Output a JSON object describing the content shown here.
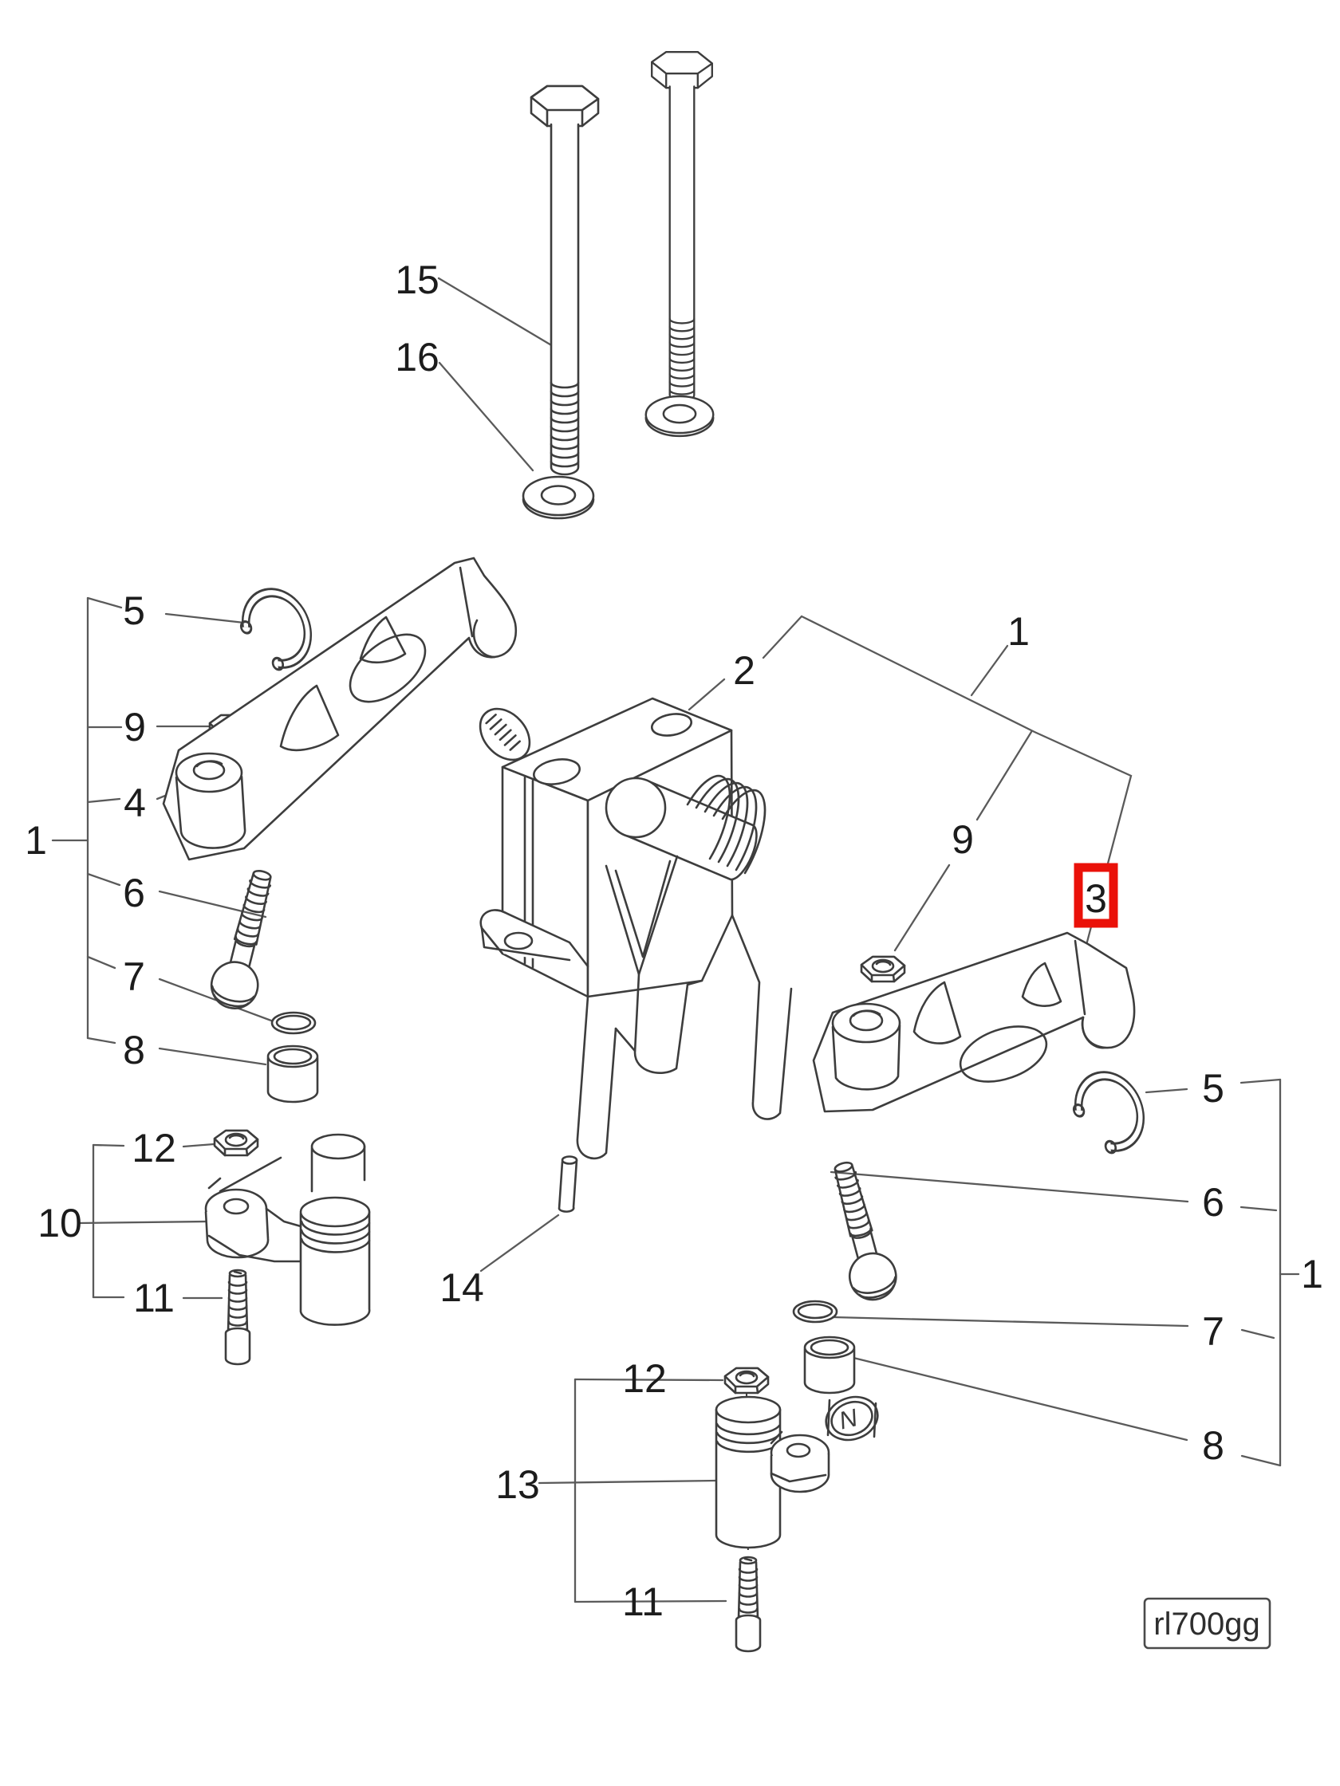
{
  "figure": {
    "code": "rl700gg",
    "marking": "N",
    "colors": {
      "line": "#3d3d3d",
      "leader": "#5a5a5a",
      "label": "#1c1c1c",
      "highlight": "#ea1109",
      "background": "#ffffff"
    },
    "callouts": {
      "bolt15": "15",
      "washer16": "16",
      "left": {
        "circlip5": "5",
        "nut9": "9",
        "arm4": "4",
        "group1": "1",
        "bolt6": "6",
        "oring7": "7",
        "bushing8": "8"
      },
      "bracket2": "2",
      "pin14": "14",
      "lower_left": {
        "nut12": "12",
        "bracket10": "10",
        "screw11": "11"
      },
      "right_top": {
        "group1": "1",
        "nut9": "9",
        "arm3": "3"
      },
      "right": {
        "circlip5": "5",
        "bolt6": "6",
        "group1": "1",
        "oring7": "7",
        "bushing8": "8"
      },
      "bottom": {
        "nut12": "12",
        "bracket13": "13",
        "screw11": "11"
      }
    }
  }
}
